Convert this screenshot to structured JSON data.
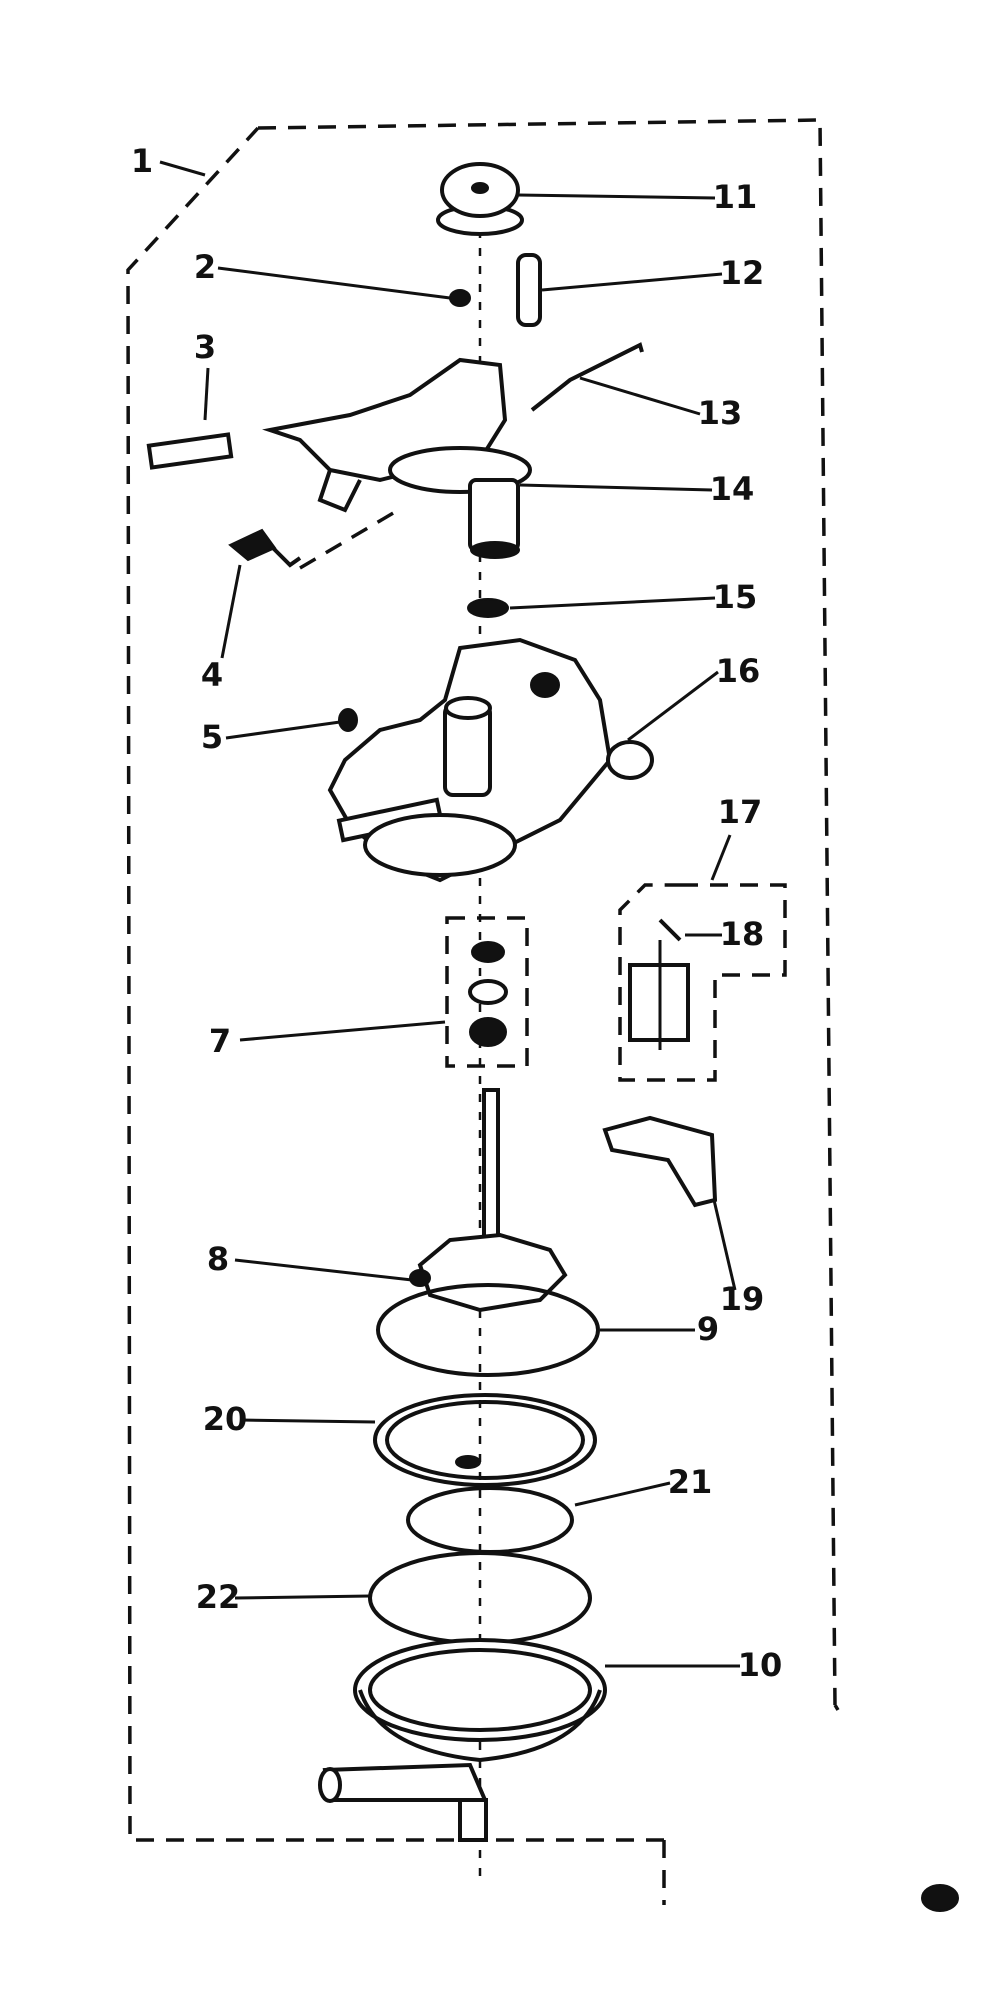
{
  "diagram": {
    "callouts": [
      {
        "id": "1",
        "text": "1"
      },
      {
        "id": "2",
        "text": "2"
      },
      {
        "id": "3",
        "text": "3"
      },
      {
        "id": "4",
        "text": "4"
      },
      {
        "id": "5",
        "text": "5"
      },
      {
        "id": "7",
        "text": "7"
      },
      {
        "id": "8",
        "text": "8"
      },
      {
        "id": "9",
        "text": "9"
      },
      {
        "id": "10",
        "text": "10"
      },
      {
        "id": "11",
        "text": "11"
      },
      {
        "id": "12",
        "text": "12"
      },
      {
        "id": "13",
        "text": "13"
      },
      {
        "id": "14",
        "text": "14"
      },
      {
        "id": "15",
        "text": "15"
      },
      {
        "id": "16",
        "text": "16"
      },
      {
        "id": "17",
        "text": "17"
      },
      {
        "id": "18",
        "text": "18"
      },
      {
        "id": "19",
        "text": "19"
      },
      {
        "id": "20",
        "text": "20"
      },
      {
        "id": "21",
        "text": "21"
      },
      {
        "id": "22",
        "text": "22"
      }
    ]
  }
}
